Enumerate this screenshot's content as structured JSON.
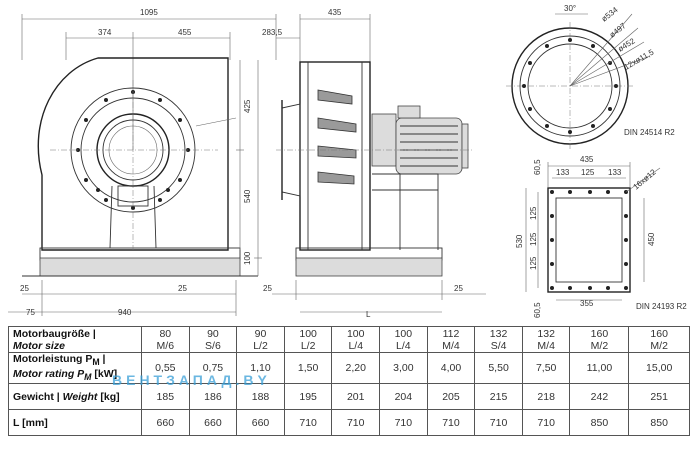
{
  "drawing": {
    "front_view": {
      "dims": {
        "overall_width": "1095",
        "inlet_left": "374",
        "inlet_right": "455",
        "height_upper": "425",
        "height_total": "540",
        "base_height": "100",
        "foot_left": "25",
        "foot_right": "25",
        "bottom_offset": "75",
        "base_length": "940"
      }
    },
    "side_view": {
      "dims": {
        "top_width": "435",
        "inlet_depth": "283,5",
        "foot_left": "25",
        "foot_right": "25",
        "length_symbol": "L"
      }
    },
    "flange_round": {
      "dims": {
        "angle": "30°",
        "d_outer": "ø534",
        "d_bolt": "ø497",
        "d_inner": "ø452",
        "holes": "12xø11,5"
      },
      "standard": "DIN 24514 R2"
    },
    "flange_square": {
      "dims": {
        "top_overall": "435",
        "top_spacing_1": "133",
        "top_spacing_2": "125",
        "top_spacing_3": "133",
        "holes": "16xø12",
        "left_height": "530",
        "left_spacing_1": "125",
        "left_spacing_2": "125",
        "left_spacing_3": "125",
        "inner_height": "450",
        "top_margin": "60,5",
        "bottom_margin": "60,5",
        "bottom_width": "355"
      },
      "standard": "DIN 24193 R2"
    }
  },
  "table": {
    "rows": [
      {
        "label": "Motorbaugröße |",
        "label_it": "Motor size",
        "values": [
          "80\nM/6",
          "90\nS/6",
          "90\nL/2",
          "100\nL/2",
          "100\nL/4",
          "100\nL/4",
          "112\nM/4",
          "132\nS/4",
          "132\nM/4",
          "160\nM/2",
          "160\nM/2"
        ]
      },
      {
        "label": "Motorleistung P",
        "label_sub": "M",
        "label_tail": " |",
        "label_it": "Motor rating P",
        "label_it_sub": "M",
        "label_it_tail": " [kW]",
        "values": [
          "0,55",
          "0,75",
          "1,10",
          "1,50",
          "2,20",
          "3,00",
          "4,00",
          "5,50",
          "7,50",
          "11,00",
          "15,00"
        ]
      },
      {
        "label": "Gewicht | ",
        "label_it": "Weight",
        "label_tail": " [kg]",
        "values": [
          "185",
          "186",
          "188",
          "195",
          "201",
          "204",
          "205",
          "215",
          "218",
          "242",
          "251"
        ]
      },
      {
        "label": "L [mm]",
        "values": [
          "660",
          "660",
          "660",
          "710",
          "710",
          "710",
          "710",
          "710",
          "710",
          "850",
          "850"
        ]
      }
    ]
  },
  "watermark": "ВЕНТЗАПАД.BY"
}
